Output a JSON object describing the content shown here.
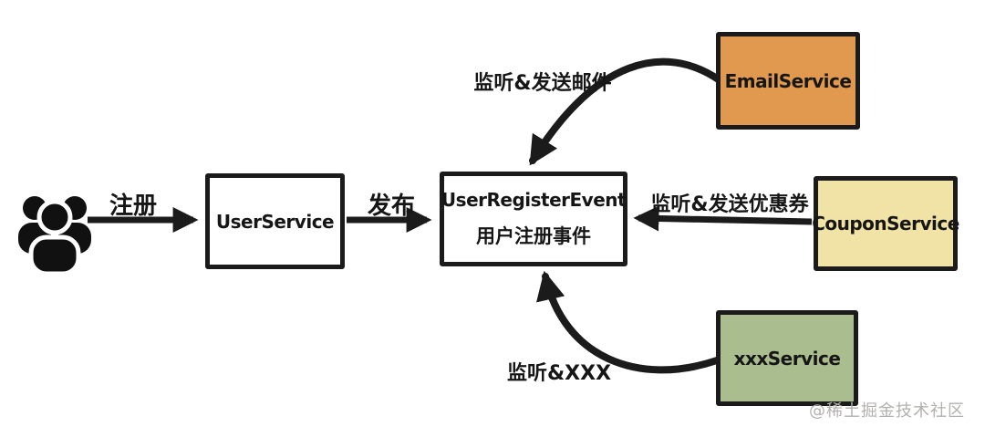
{
  "diagram": {
    "colors": {
      "ink": "#1b1b1b",
      "email_fill": "#e0994e",
      "coupon_fill": "#f1e2a6",
      "xxx_fill": "#a9bd8e",
      "plain_fill": "#ffffff",
      "watermark_gray": "#b3b1ae"
    },
    "actor": {
      "icon": "users-icon"
    },
    "nodes": {
      "user_service": {
        "label": "UserService"
      },
      "event": {
        "title": "UserRegisterEvent",
        "subtitle": "用户注册事件"
      },
      "email_service": {
        "label": "EmailService"
      },
      "coupon_service": {
        "label": "CouponService"
      },
      "xxx_service": {
        "label": "xxxService"
      }
    },
    "edges": {
      "register": {
        "label": "注册",
        "from": "users",
        "to": "UserService"
      },
      "publish": {
        "label": "发布",
        "from": "UserService",
        "to": "UserRegisterEvent"
      },
      "listen_email": {
        "label": "监听&发送邮件",
        "from": "EmailService",
        "to": "UserRegisterEvent"
      },
      "listen_coupon": {
        "label": "监听&发送优惠券",
        "from": "CouponService",
        "to": "UserRegisterEvent"
      },
      "listen_xxx": {
        "label": "监听&XXX",
        "from": "xxxService",
        "to": "UserRegisterEvent"
      }
    },
    "watermark": "@稀土掘金技术社区"
  }
}
